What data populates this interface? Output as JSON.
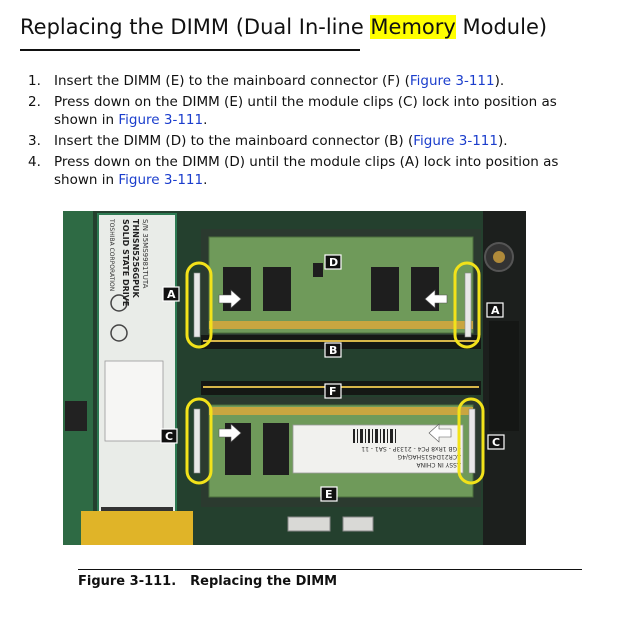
{
  "title": {
    "before": "Replacing the DIMM (Dual In-line ",
    "highlight": "Memory",
    "after": " Module)"
  },
  "steps": [
    {
      "number": "1.",
      "text": "Insert the DIMM (E) to the mainboard connector (F) (",
      "link": "Figure 3-111",
      "end": ")."
    },
    {
      "number": "2.",
      "text": "Press down on the DIMM (E) until the module clips (C) lock into position as shown in ",
      "link": "Figure 3-111",
      "end": "."
    },
    {
      "number": "3.",
      "text": "Insert the DIMM (D) to the mainboard connector (B) (",
      "link": "Figure 3-111",
      "end": ")."
    },
    {
      "number": "4.",
      "text": "Press down on the DIMM (D) until the module clips (A) lock into position as shown in ",
      "link": "Figure 3-111",
      "end": "."
    }
  ],
  "figure": {
    "callouts": {
      "A_left": "A",
      "A_right": "A",
      "B": "B",
      "C_left": "C",
      "C_right": "C",
      "D": "D",
      "E": "E",
      "F": "F"
    },
    "ssd_label": {
      "line1": "SOLID STATE DRIVE",
      "line2": "THNSN5256GPUK",
      "line3": "S/N 35MS9981TUTA",
      "maker": "TOSHIBA CORPORATION"
    },
    "dimm_label": {
      "line1": "4GB 1Rx8 PC4 - 2133P - SA1 - 11",
      "line2": "ACR21D4S15HAG/4G",
      "line3": "ASSY IN CHINA"
    },
    "colors": {
      "highlight_ring": "#f2e21a",
      "pcb": "#2e6a44",
      "dimm": "#6f9a5a"
    }
  },
  "caption": {
    "number": "Figure 3-111.",
    "text": "Replacing the DIMM"
  }
}
